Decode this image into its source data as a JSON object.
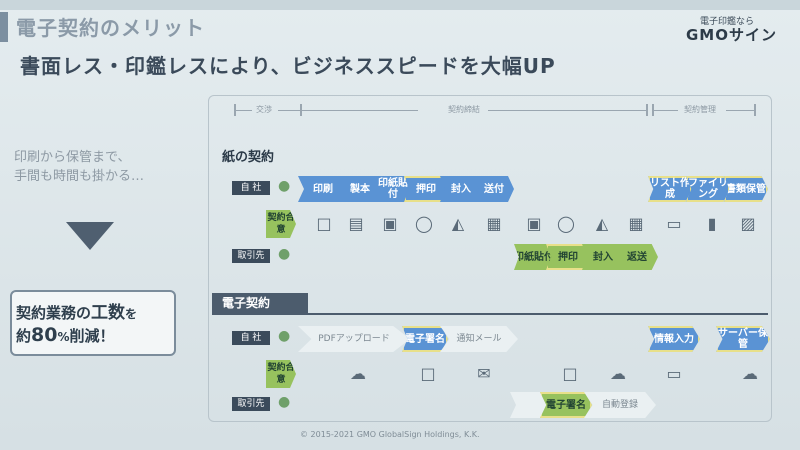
{
  "title": "電子契約のメリット",
  "logo": {
    "small": "電子印鑑なら",
    "big": "GMOサイン"
  },
  "subtitle": "書面レス・印鑑レスにより、ビジネススピードを大幅UP",
  "phases": [
    "交渉",
    "契約締結",
    "契約管理"
  ],
  "left": {
    "line1": "印刷から保管まで、",
    "line2": "手間も時間も掛かる…"
  },
  "callout": {
    "l1a": "契約業務の",
    "l1b": "工数",
    "l1c": "を",
    "l2a": "約",
    "l2b": "80",
    "l2c": "%",
    "l2d": "削減！"
  },
  "paper": {
    "label": "紙の契約",
    "self": "自 社",
    "agree": "契約合意",
    "partner": "取引先",
    "self_steps": [
      "印刷",
      "製本",
      "印紙貼付",
      "押印",
      "封入",
      "送付"
    ],
    "mgmt_steps": [
      "リスト作成",
      "ファイリング",
      "書類保管"
    ],
    "partner_steps": [
      "印紙貼付",
      "押印",
      "封入",
      "返送"
    ]
  },
  "electronic": {
    "label": "電子契約",
    "self": "自 社",
    "agree": "契約合意",
    "partner": "取引先",
    "steps": [
      "PDFアップロード",
      "電子署名",
      "通知メール"
    ],
    "mgmt_steps": [
      "情報入力",
      "サーバー保管"
    ],
    "partner_steps": [
      "電子署名",
      "自動登録"
    ]
  },
  "footer": "© 2015-2021 GMO GlobalSign Holdings, K.K."
}
